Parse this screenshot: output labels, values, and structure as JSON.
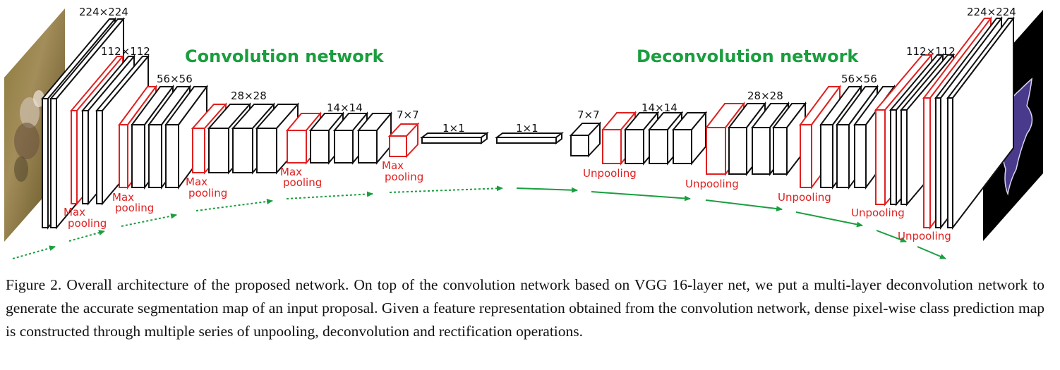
{
  "titles": {
    "conv": "Convolution network",
    "deconv": "Deconvolution network"
  },
  "dims": {
    "d224_left": "224×224",
    "d112_left": "112×112",
    "d56_left": "56×56",
    "d28_left": "28×28",
    "d14_left": "14×14",
    "d7_left": "7×7",
    "fc1": "1×1",
    "fc2": "1×1",
    "d7_right": "7×7",
    "d14_right": "14×14",
    "d28_right": "28×28",
    "d56_right": "56×56",
    "d112_right": "112×112",
    "d224_right": "224×224"
  },
  "pool": {
    "max": "Max",
    "pooling": "pooling"
  },
  "unpool": "Unpooling",
  "caption": "Figure 2. Overall architecture of the proposed network. On top of the convolution network based on VGG 16-layer net, we put a multi-layer deconvolution network to generate the accurate segmentation map of an input proposal. Given a feature representation obtained from the convolution network, dense pixel-wise class prediction map is constructed through multiple series of unpooling, deconvolution and rectification operations.",
  "colors": {
    "green": "#1a9e3f",
    "red": "#e02020",
    "black": "#111111",
    "output_bg": "#000000",
    "mask": "#4a3a8c"
  },
  "icons": {
    "input": "input-photo-dog",
    "output": "segmentation-map-output"
  }
}
